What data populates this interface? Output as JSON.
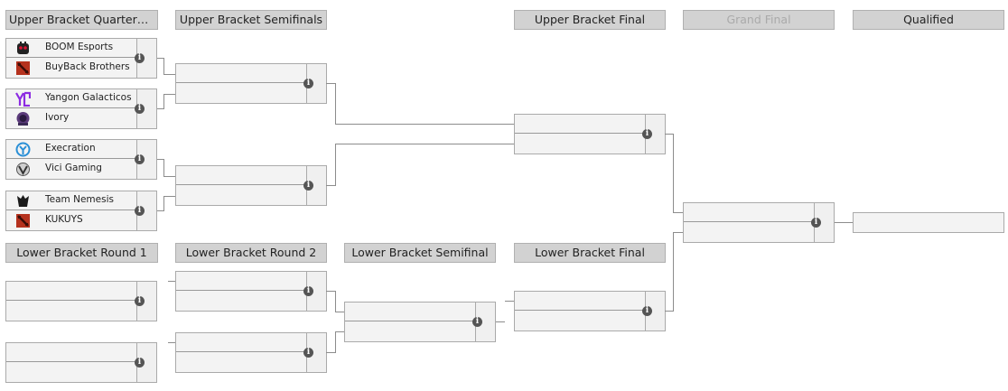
{
  "headers": {
    "ub_qf": "Upper Bracket Quarterfin...",
    "ub_sf": "Upper Bracket Semifinals",
    "ub_f": "Upper Bracket Final",
    "gf": "Grand Final",
    "qualified": "Qualified",
    "lb_r1": "Lower Bracket Round 1",
    "lb_r2": "Lower Bracket Round 2",
    "lb_sf": "Lower Bracket Semifinal",
    "lb_f": "Lower Bracket Final"
  },
  "matches": {
    "qf1": {
      "team1": "BOOM Esports",
      "team2": "BuyBack Brothers",
      "logo1": "boom-logo",
      "logo2": "dota-logo"
    },
    "qf2": {
      "team1": "Yangon Galacticos",
      "team2": "Ivory",
      "logo1": "yg-logo",
      "logo2": "ivory-logo"
    },
    "qf3": {
      "team1": "Execration",
      "team2": "Vici Gaming",
      "logo1": "execration-logo",
      "logo2": "vici-logo"
    },
    "qf4": {
      "team1": "Team Nemesis",
      "team2": "KUKUYS",
      "logo1": "nemesis-logo",
      "logo2": "dota-logo"
    }
  },
  "info_glyph": "i",
  "colors": {
    "header_bg": "#d2d2d2",
    "match_bg": "#f3f3f3",
    "line": "#8c8c8c"
  }
}
